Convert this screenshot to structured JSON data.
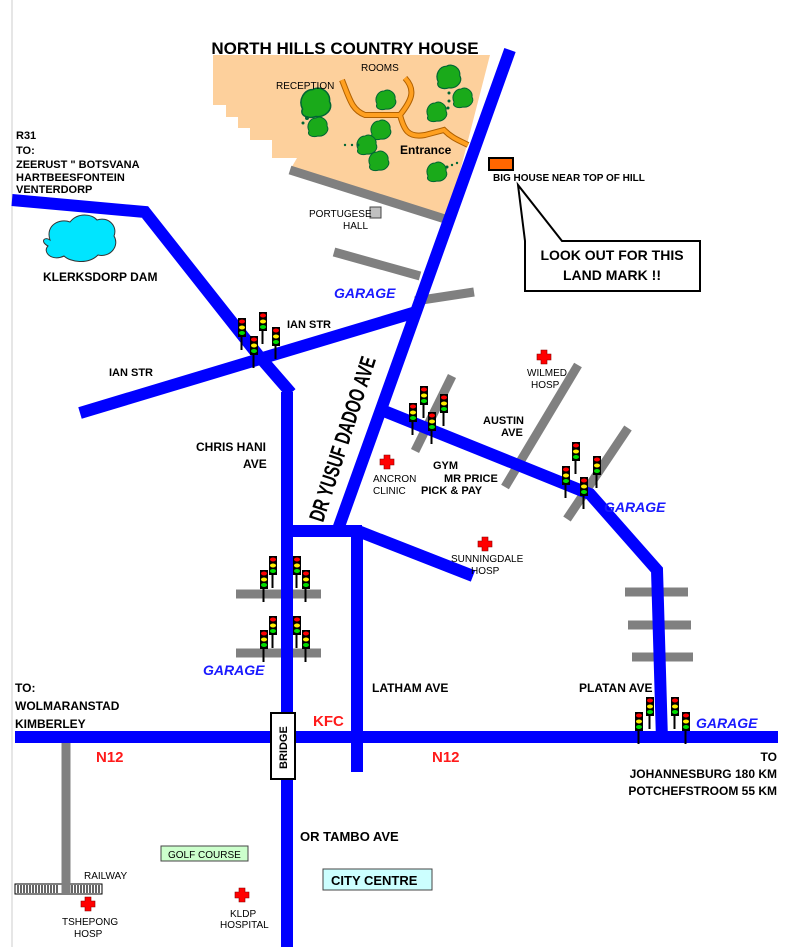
{
  "title": "NORTH HILLS COUNTRY HOUSE",
  "estate": {
    "reception": "RECEPTION",
    "rooms": "ROOMS",
    "entrance": "Entrance"
  },
  "landmark": {
    "label": "BIG HOUSE NEAR TOP OF HILL",
    "callout_line1": "LOOK OUT FOR THIS",
    "callout_line2": "LAND MARK !!"
  },
  "r31": {
    "line1": "R31",
    "line2": "TO:",
    "line3": "ZEERUST \" BOTSVANA",
    "line4": "HARTBEESFONTEIN",
    "line5": "VENTERDORP"
  },
  "places": {
    "dam": "KLERKSDORP DAM",
    "portugese_hall_1": "PORTUGESE",
    "portugese_hall_2": "HALL",
    "wilmed_1": "WILMED",
    "wilmed_2": "HOSP",
    "ancron_1": "ANCRON",
    "ancron_2": "CLINIC",
    "gym": "GYM",
    "mr_price": "MR PRICE",
    "pick_pay": "PICK & PAY",
    "sunningdale_1": "SUNNINGDALE",
    "sunningdale_2": "HOSP",
    "golf": "GOLF COURSE",
    "city_centre": "CITY CENTRE",
    "railway": "RAILWAY",
    "tshepong_1": "TSHEPONG",
    "tshepong_2": "HOSP",
    "kldp_1": "KLDP",
    "kldp_2": "HOSPITAL",
    "kfc": "KFC",
    "bridge": "BRIDGE"
  },
  "streets": {
    "ian_str_1": "IAN STR",
    "ian_str_2": "IAN STR",
    "dr_yusuf": "DR YUSUF DADOO AVE",
    "chris_hani_1": "CHRIS HANI",
    "chris_hani_2": "AVE",
    "austin_1": "AUSTIN",
    "austin_2": "AVE",
    "latham": "LATHAM AVE",
    "platan": "PLATAN AVE",
    "or_tambo": "OR TAMBO AVE",
    "n12_west": "N12",
    "n12_east": "N12"
  },
  "garages": [
    "GARAGE",
    "GARAGE",
    "GARAGE",
    "GARAGE"
  ],
  "west_dest": {
    "line1": "TO:",
    "line2": "WOLMARANSTAD",
    "line3": "KIMBERLEY"
  },
  "east_dest": {
    "line1": "TO",
    "line2": "JOHANNESBURG 180 KM",
    "line3": "POTCHEFSTROOM 55 KM"
  },
  "colors": {
    "road": "#0000ff",
    "minor_road": "#808080",
    "estate": "#fdd09c",
    "path": "#ffa020",
    "landmark": "#ff6600",
    "hospital": "#ff0000",
    "tree": "#1aaa1a",
    "dam": "#00e5ff"
  }
}
